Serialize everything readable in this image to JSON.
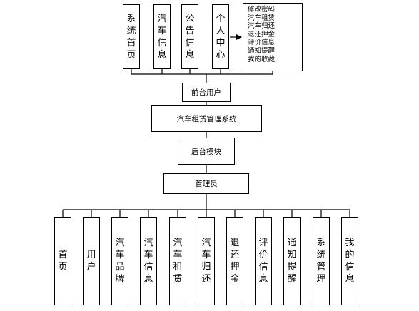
{
  "top_items": [
    "系统首页",
    "汽车信息",
    "公告信息",
    "个人中心"
  ],
  "personal_center_menu": [
    "修改密码",
    "汽车租赁",
    "汽车归还",
    "退还押金",
    "评价信息",
    "通知提醒",
    "我的收藏"
  ],
  "frontend_user": "前台用户",
  "system_name": "汽车租赁管理系统",
  "backend_module": "后台模块",
  "administrator": "管理员",
  "admin_items": [
    "首页",
    "用户",
    "汽车品牌",
    "汽车信息",
    "汽车租赁",
    "汽车归还",
    "退还押金",
    "评价信息",
    "通知提醒",
    "系统管理",
    "我的信息"
  ]
}
